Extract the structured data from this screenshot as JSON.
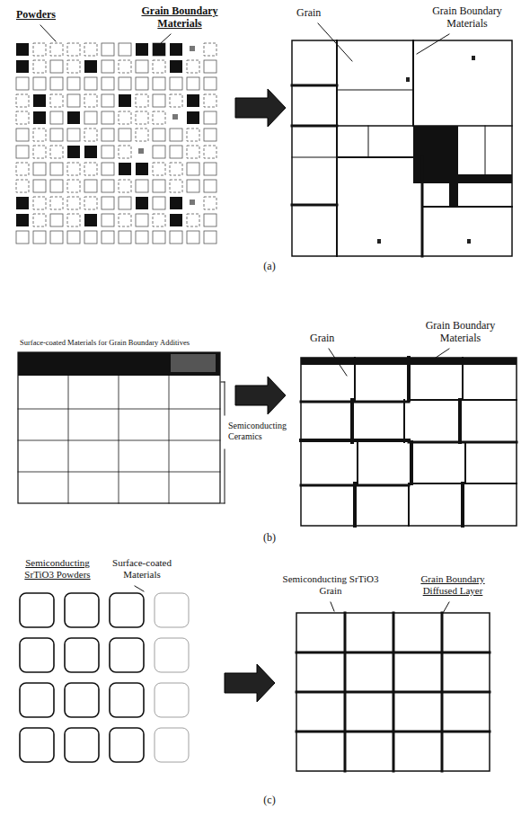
{
  "diagram": {
    "labels": [
      "Powders",
      "Grain Boundary Materials",
      "Grain",
      "Grain Boundary Materials",
      "(a)",
      "Surface-coated Materials for Grain Boundary Additives",
      "Semiconducting Ceramics",
      "Grain",
      "Grain Boundary Materials",
      "(b)",
      "Semiconducting SrTiO3 Powders",
      "Surface-coated Materials",
      "Semiconducting SrTiO3 Grain",
      "Grain Boundary Diffused Layer",
      "(c)"
    ]
  }
}
